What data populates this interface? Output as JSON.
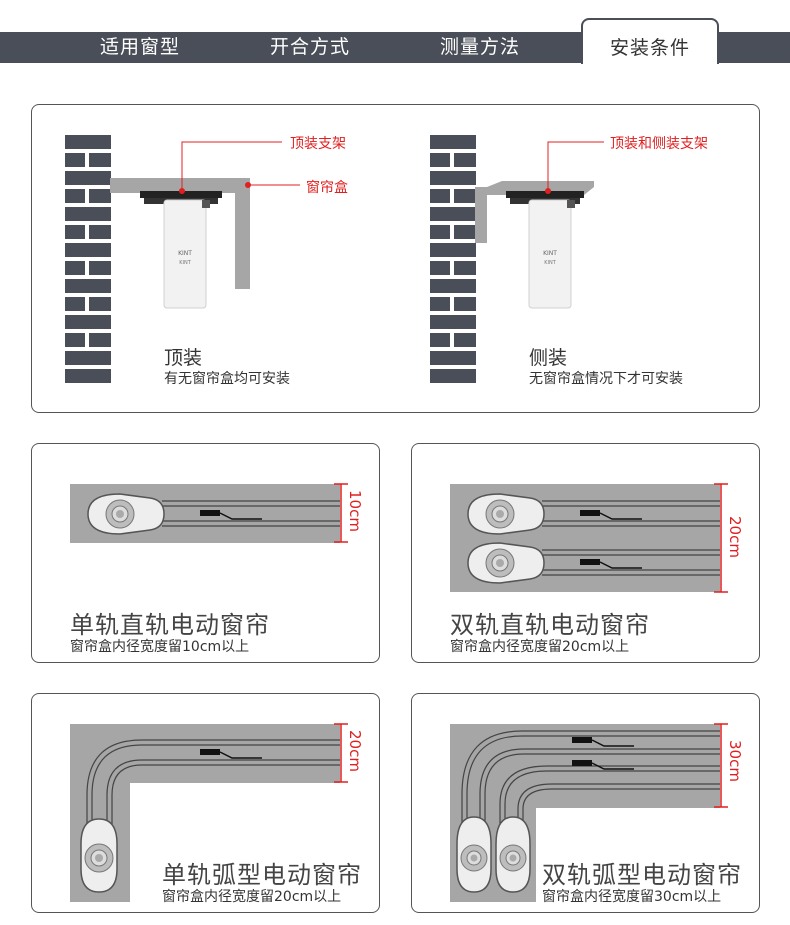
{
  "tabs": [
    {
      "label": "适用窗型",
      "active": false
    },
    {
      "label": "开合方式",
      "active": false
    },
    {
      "label": "测量方法",
      "active": false
    },
    {
      "label": "安装条件",
      "active": true
    }
  ],
  "top_panel": {
    "left": {
      "callout_bracket": "顶装支架",
      "callout_box": "窗帘盒",
      "title": "顶装",
      "subtitle": "有无窗帘盒均可安装"
    },
    "right": {
      "callout_bracket": "顶装和侧装支架",
      "title": "侧装",
      "subtitle": "无窗帘盒情况下才可安装"
    },
    "motor_brand": "KINT"
  },
  "cards": [
    {
      "title": "单轨直轨电动窗帘",
      "subtitle": "窗帘盒内径宽度留10cm以上",
      "dimension": "10cm"
    },
    {
      "title": "双轨直轨电动窗帘",
      "subtitle": "窗帘盒内径宽度留20cm以上",
      "dimension": "20cm"
    },
    {
      "title": "单轨弧型电动窗帘",
      "subtitle": "窗帘盒内径宽度留20cm以上",
      "dimension": "20cm"
    },
    {
      "title": "双轨弧型电动窗帘",
      "subtitle": "窗帘盒内径宽度留30cm以上",
      "dimension": "30cm"
    }
  ],
  "colors": {
    "tab_bar": "#4a4e59",
    "accent_red": "#e02020",
    "rail_gray": "#a6a6a6",
    "brick": "#4a4e59"
  }
}
